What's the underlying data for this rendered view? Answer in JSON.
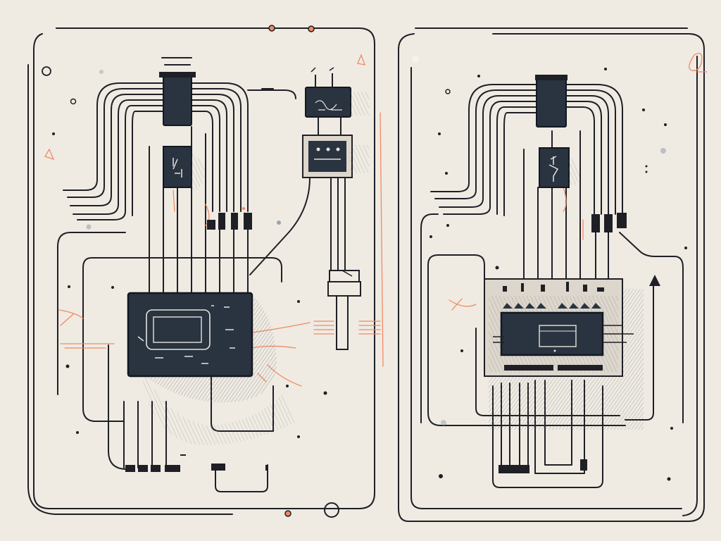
{
  "illustration": {
    "kind": "circuit-schematic-sketch",
    "panels": [
      "left-circuit-board",
      "right-circuit-board"
    ]
  },
  "colors": {
    "background": "#efebe3",
    "ink": "#1f1f26",
    "component_fill": "#2a3340",
    "component_stroke": "#111820",
    "accent": "#f08a63",
    "shading": "#5d6068",
    "gray_component": "#dcd6cc"
  },
  "icons": [
    "chip-icon",
    "relay-icon",
    "display-icon",
    "terminal-icon",
    "arrow-up-icon",
    "connector-icon"
  ]
}
